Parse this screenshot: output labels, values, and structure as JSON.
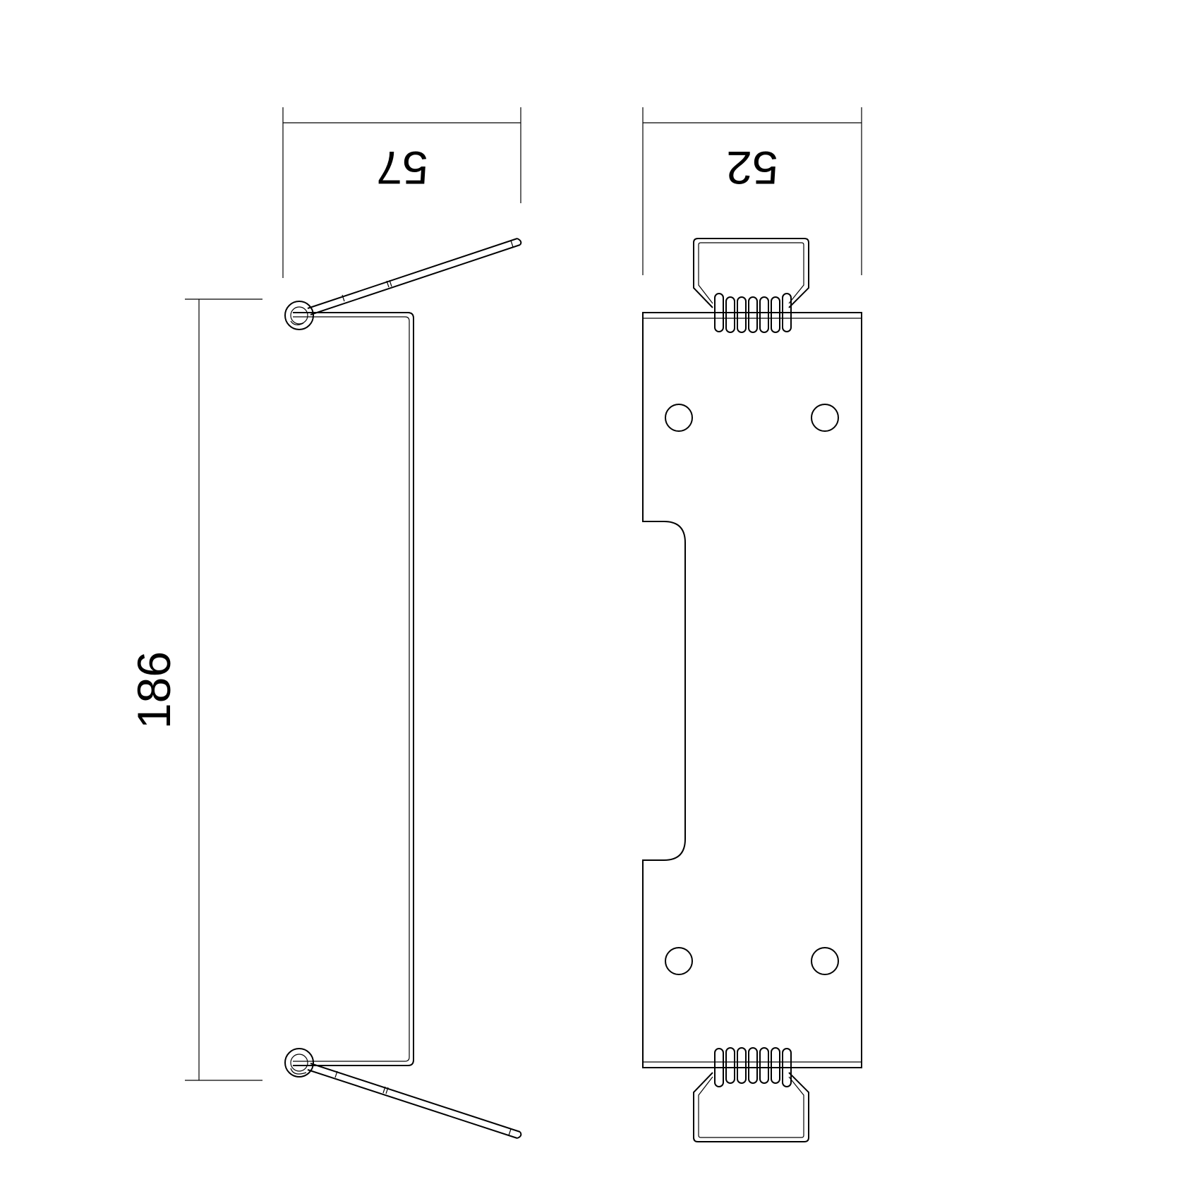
{
  "dimensions": {
    "side_width": "57",
    "front_width": "52",
    "height": "186"
  },
  "colors": {
    "stroke": "#000000",
    "background": "#ffffff"
  }
}
